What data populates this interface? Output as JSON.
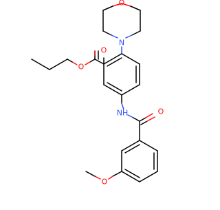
{
  "molecule": {
    "atom_labels": {
      "morpholine_o": "O",
      "morpholine_n": "N",
      "ester_carbonyl_o": "O",
      "ester_o": "O",
      "amide_nh": "NH",
      "amide_o": "O",
      "methoxy_o": "O"
    },
    "colors": {
      "carbon_bond": "#000000",
      "oxygen": "#ff0d0d",
      "nitrogen": "#3050f8",
      "background": "#ffffff"
    }
  }
}
